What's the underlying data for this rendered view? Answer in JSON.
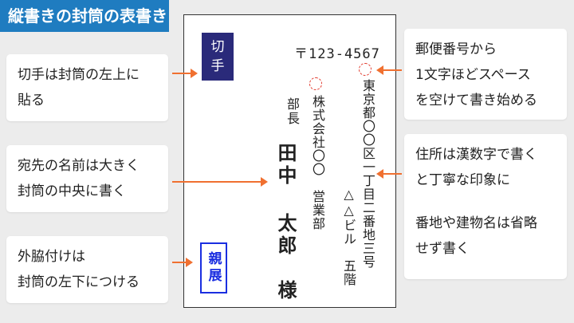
{
  "title": "縦書きの封筒の表書き",
  "notes": {
    "stamp": [
      "切手は封筒の左上に",
      "貼る"
    ],
    "recipient": [
      "宛先の名前は大きく",
      "封筒の中央に書く"
    ],
    "side_note": [
      "外脇付けは",
      "封筒の左下につける"
    ],
    "postal": [
      "郵便番号から",
      "1文字ほどスペース",
      "を空けて書き始める"
    ],
    "address": [
      "住所は漢数字で書く",
      "と丁寧な印象に",
      "",
      "番地や建物名は省略",
      "せず書く"
    ]
  },
  "envelope": {
    "stamp_text": [
      "切",
      "手"
    ],
    "postal_code": "〒123-4567",
    "address_line1": "東京都〇〇区一丁目二番地三号",
    "address_line2": "△△ビル　五階",
    "company": "株式会社〇〇　営業部",
    "position": "部長",
    "name": "田中 太郎　様",
    "shinten": "親展"
  },
  "colors": {
    "title_bg": "#1f7cc0",
    "stamp_bg": "#2a2a7a",
    "arrow": "#f07030",
    "shinten": "#1a2ee0",
    "circle": "#e23b2e"
  }
}
